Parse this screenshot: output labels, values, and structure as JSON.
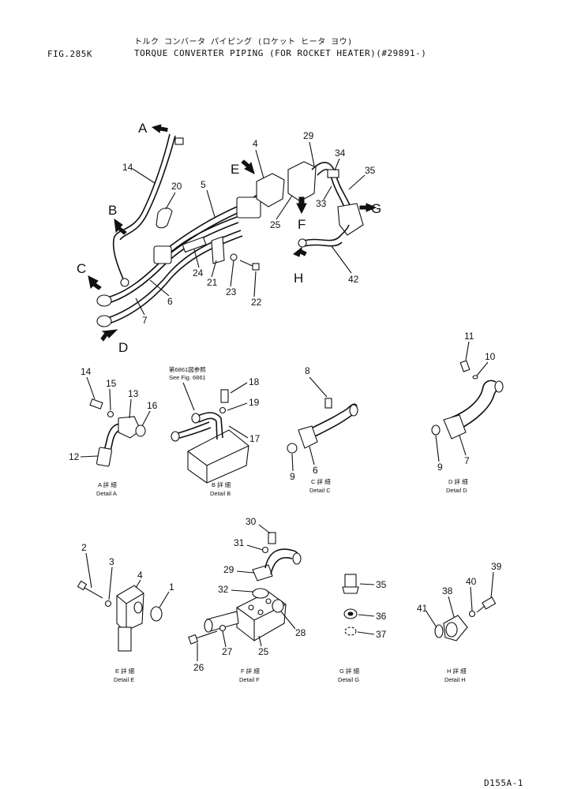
{
  "header": {
    "figure_number": "FIG.285K",
    "title_jp": "トルク コンバータ パイピング (ロケット ヒータ ヨウ)",
    "title_en": "TORQUE CONVERTER PIPING (FOR ROCKET HEATER)(#29891-)"
  },
  "page_code": "D155A-1",
  "view_letters": [
    "A",
    "B",
    "C",
    "D",
    "E",
    "F",
    "G",
    "H"
  ],
  "main_callouts": [
    "4",
    "5",
    "6",
    "7",
    "14",
    "20",
    "21",
    "22",
    "23",
    "24",
    "25",
    "29",
    "33",
    "34",
    "35",
    "42"
  ],
  "details": {
    "a": {
      "jp": "A 詳 細",
      "en": "Detail A",
      "callouts": [
        "12",
        "13",
        "14",
        "15",
        "16"
      ]
    },
    "b": {
      "jp": "B 詳 細",
      "en": "Detail B",
      "callouts": [
        "17",
        "18",
        "19"
      ],
      "ref_jp": "第6861図参照",
      "ref_en": "See Fig. 6861"
    },
    "c": {
      "jp": "C 詳 細",
      "en": "Detail C",
      "callouts": [
        "6",
        "8",
        "9"
      ]
    },
    "d": {
      "jp": "D 詳 細",
      "en": "Detail D",
      "callouts": [
        "7",
        "9",
        "10",
        "11"
      ]
    },
    "e": {
      "jp": "E 詳 細",
      "en": "Detail E",
      "callouts": [
        "1",
        "2",
        "3",
        "4"
      ]
    },
    "f": {
      "jp": "F 詳 細",
      "en": "Detail F",
      "callouts": [
        "25",
        "26",
        "27",
        "28",
        "29",
        "30",
        "31",
        "32"
      ]
    },
    "g": {
      "jp": "G 詳 細",
      "en": "Detail G",
      "callouts": [
        "35",
        "36",
        "37"
      ]
    },
    "h": {
      "jp": "H 詳 細",
      "en": "Detail H",
      "callouts": [
        "38",
        "39",
        "40",
        "41"
      ]
    }
  }
}
